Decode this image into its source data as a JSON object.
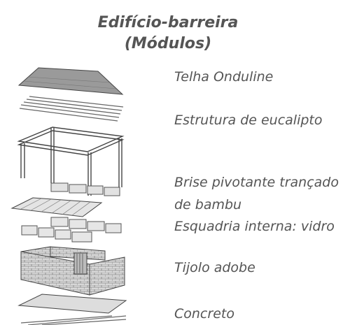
{
  "title": {
    "line1": "Edifício-barreira",
    "line2": "(Módulos)"
  },
  "labels": [
    "Telha Onduline",
    "Estrutura de eucalipto",
    "Brise pivotante trançado",
    "de bambu",
    "Esquadria interna: vidro",
    "Tijolo adobe",
    "Concreto"
  ],
  "colors": {
    "text": "#555555",
    "line": "#444444"
  }
}
